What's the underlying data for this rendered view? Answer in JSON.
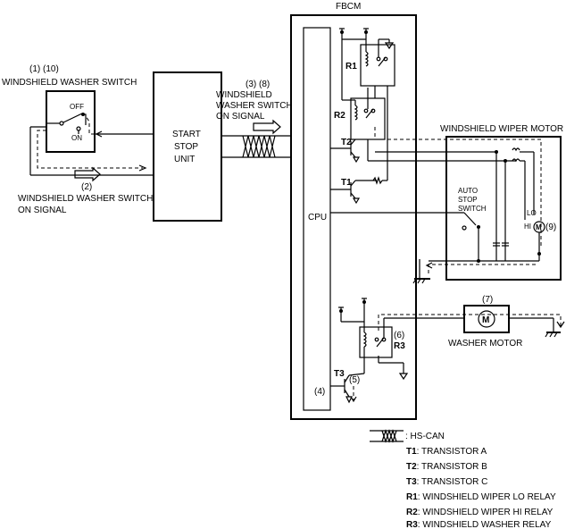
{
  "modules": {
    "fbcm": "FBCM",
    "cpu": "CPU",
    "start_stop_unit": [
      "START",
      "STOP",
      "UNIT"
    ],
    "wiper_motor": "WINDSHIELD WIPER MOTOR",
    "washer_motor": "WASHER MOTOR",
    "motor_symbol": "M"
  },
  "switch": {
    "ref": "(1)  (10)",
    "title": "WINDSHIELD WASHER SWITCH",
    "off": "OFF",
    "on": "ON"
  },
  "signals": {
    "on_signal_ref": "(3) (8)",
    "on_signal_lines": [
      "WINDSHIELD",
      "WASHER SWITCH",
      "ON SIGNAL"
    ],
    "bottom_ref": "(2)",
    "bottom_lines": [
      "WINDSHIELD WASHER SWITCH",
      "ON SIGNAL"
    ]
  },
  "components": {
    "r1": "R1",
    "r2": "R2",
    "r3": "R3",
    "t1": "T1",
    "t2": "T2",
    "t3": "T3",
    "auto_stop": [
      "AUTO",
      "STOP",
      "SWITCH"
    ],
    "lo": "LO",
    "hi": "HI",
    "ref9": "(9)",
    "ref7": "(7)",
    "ref6": "(6)",
    "ref4": "(4)",
    "ref5": "(5)"
  },
  "legend": {
    "hscan": ": HS-CAN",
    "items": [
      {
        "key": "T1",
        "text": ": TRANSISTOR A"
      },
      {
        "key": "T2",
        "text": ": TRANSISTOR B"
      },
      {
        "key": "T3",
        "text": ": TRANSISTOR C"
      },
      {
        "key": "R1",
        "text": ": WINDSHIELD WIPER LO RELAY"
      },
      {
        "key": "R2",
        "text": ": WINDSHIELD WIPER HI RELAY"
      },
      {
        "key": "R3",
        "text": ": WINDSHIELD WASHER RELAY"
      }
    ]
  }
}
